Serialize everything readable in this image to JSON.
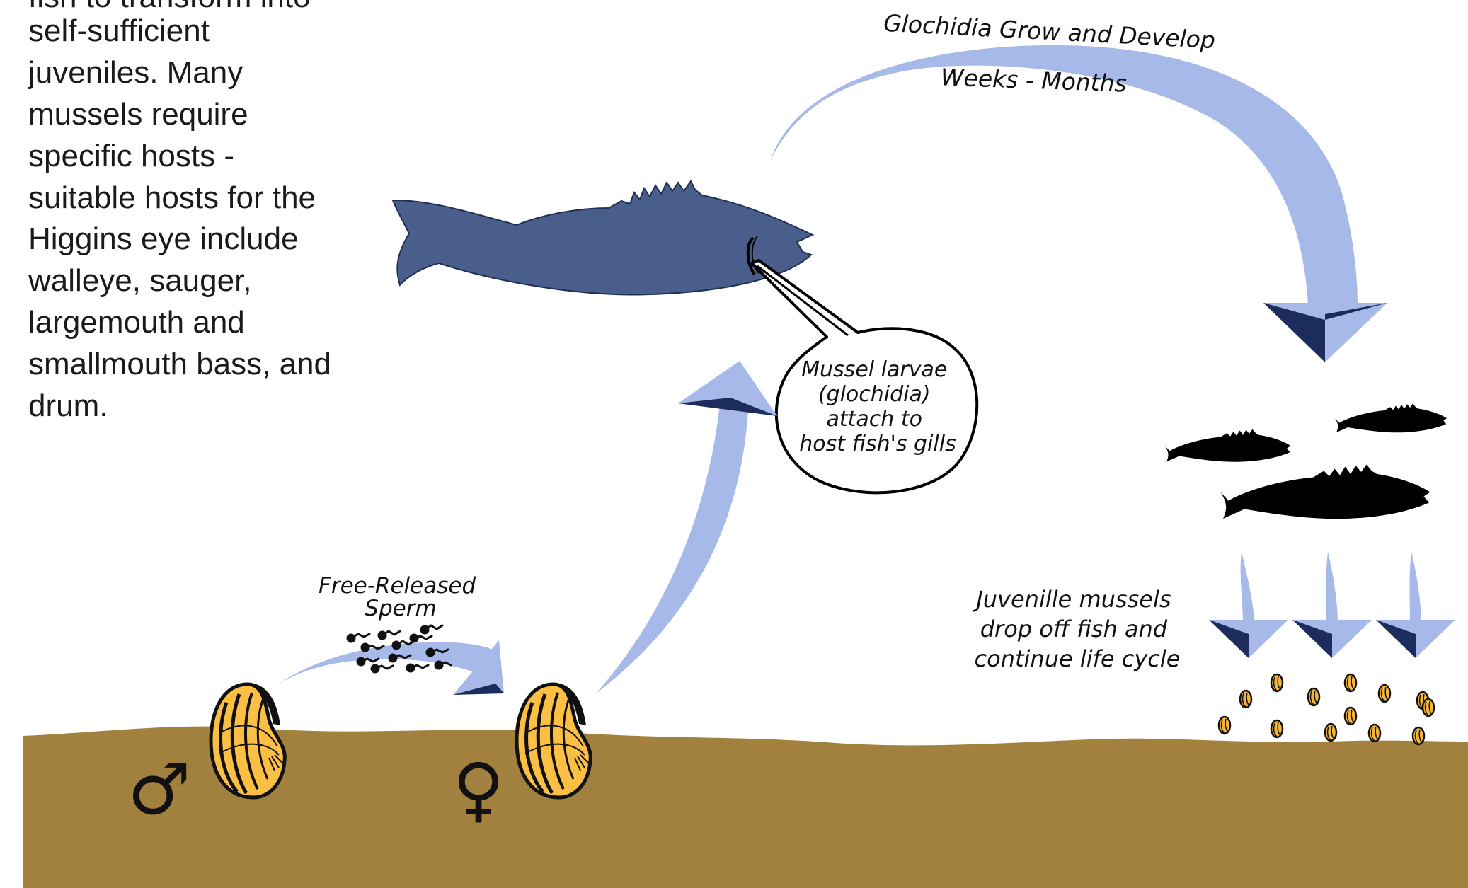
{
  "intro_text": {
    "lines": [
      "fish to transform into",
      "self-sufficient",
      "juveniles. Many",
      "mussels require",
      "specific hosts -",
      "suitable hosts for the",
      "Higgins eye include",
      "walleye, sauger,",
      "largemouth and",
      "smallmouth bass, and",
      "drum."
    ]
  },
  "labels": {
    "glochidia_grow": "Glochidia Grow and Develop",
    "duration": "Weeks - Months",
    "callout": [
      "Mussel larvae",
      "(glochidia)",
      "attach to",
      "host fish's gills"
    ],
    "sperm": [
      "Free-Released",
      "Sperm"
    ],
    "juvenile": [
      "Juvenille mussels",
      "drop off fish and",
      "continue life cycle"
    ]
  },
  "symbols": {
    "male": "♂",
    "female": "♀"
  },
  "colors": {
    "arrow_fill": "#a7b9e8",
    "arrow_dark": "#1c2c5c",
    "host_fish": "#4a5e8c",
    "silhouette": "#000000",
    "shell_fill": "#fbbf43",
    "sediment": "#a1813d"
  }
}
